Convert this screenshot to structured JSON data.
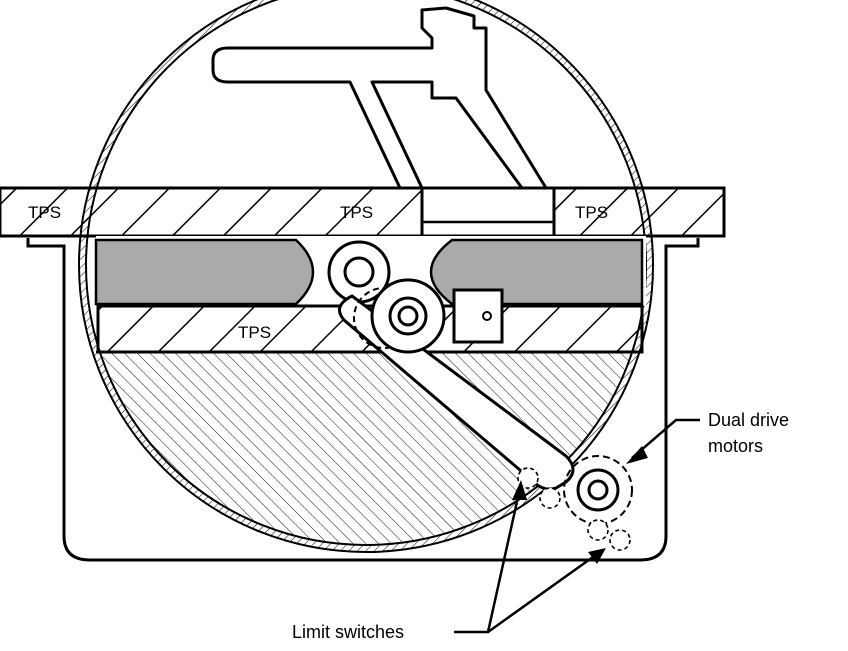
{
  "labels": {
    "tps_left": "TPS",
    "tps_center": "TPS",
    "tps_right": "TPS",
    "tps_lower": "TPS",
    "dual_drive_line1": "Dual drive",
    "dual_drive_line2": "motors",
    "limit_switches": "Limit switches"
  },
  "colors": {
    "stroke": "#000000",
    "track_fill": "#aaaaaa",
    "background": "#ffffff"
  }
}
